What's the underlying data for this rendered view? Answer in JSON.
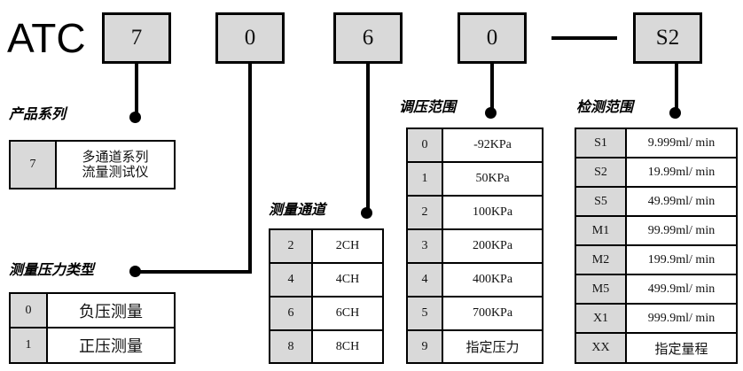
{
  "model": {
    "brand": "ATC",
    "codes": [
      {
        "name": "series-code",
        "value": "7"
      },
      {
        "name": "pressure-type-code",
        "value": "0"
      },
      {
        "name": "channel-code",
        "value": "6"
      },
      {
        "name": "pressure-range-code",
        "value": "0"
      },
      {
        "name": "detection-range-code",
        "value": "S2"
      }
    ],
    "separator": "—"
  },
  "sections": {
    "product_series": {
      "caption": "产品系列",
      "rows": [
        {
          "code": "7",
          "line1": "多通道系列",
          "line2": "流量测试仪"
        }
      ]
    },
    "pressure_type": {
      "caption": "测量压力类型",
      "rows": [
        {
          "code": "0",
          "desc": "负压测量"
        },
        {
          "code": "1",
          "desc": "正压测量"
        }
      ]
    },
    "measure_channel": {
      "caption": "测量通道",
      "rows": [
        {
          "code": "2",
          "desc": "2CH"
        },
        {
          "code": "4",
          "desc": "4CH"
        },
        {
          "code": "6",
          "desc": "6CH"
        },
        {
          "code": "8",
          "desc": "8CH"
        }
      ]
    },
    "pressure_range": {
      "caption": "调压范围",
      "rows": [
        {
          "code": "0",
          "desc": "-92KPa"
        },
        {
          "code": "1",
          "desc": "50KPa"
        },
        {
          "code": "2",
          "desc": "100KPa"
        },
        {
          "code": "3",
          "desc": "200KPa"
        },
        {
          "code": "4",
          "desc": "400KPa"
        },
        {
          "code": "5",
          "desc": "700KPa"
        },
        {
          "code": "9",
          "desc": "指定压力"
        }
      ]
    },
    "detection_range": {
      "caption": "检测范围",
      "rows": [
        {
          "code": "S1",
          "desc": "9.999ml/ min"
        },
        {
          "code": "S2",
          "desc": "19.99ml/ min"
        },
        {
          "code": "S5",
          "desc": "49.99ml/ min"
        },
        {
          "code": "M1",
          "desc": "99.99ml/ min"
        },
        {
          "code": "M2",
          "desc": "199.9ml/ min"
        },
        {
          "code": "M5",
          "desc": "499.9ml/ min"
        },
        {
          "code": "X1",
          "desc": "999.9ml/ min"
        },
        {
          "code": "XX",
          "desc": "指定量程"
        }
      ]
    }
  },
  "colors": {
    "line": "#000000",
    "cell_key_fill": "#d9d9d9",
    "cell_value_fill": "#ffffff",
    "code_box_fill": "#d9d9d9"
  }
}
